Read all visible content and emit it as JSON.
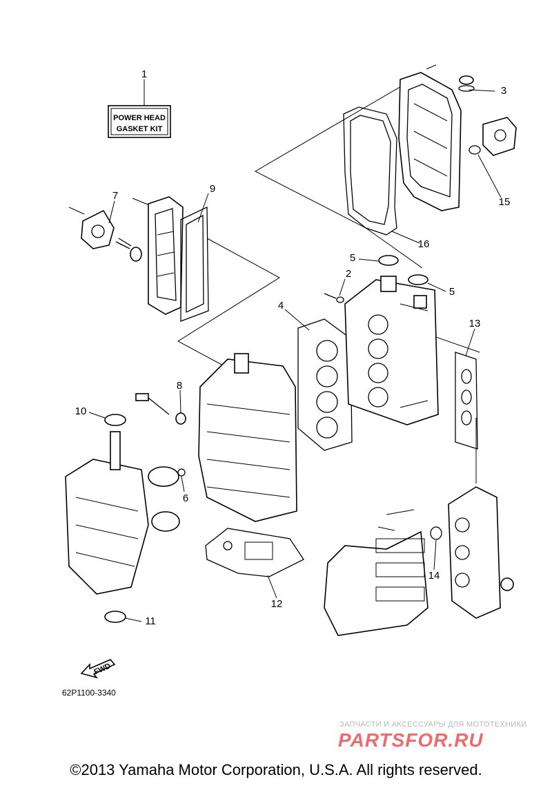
{
  "kit_box": {
    "line1": "POWER HEAD",
    "line2": "GASKET KIT"
  },
  "callouts": [
    "1",
    "2",
    "3",
    "4",
    "5",
    "5",
    "6",
    "7",
    "8",
    "9",
    "10",
    "11",
    "12",
    "13",
    "14",
    "15",
    "16"
  ],
  "fwd_label": "FWD",
  "doc_number": "62P1100-3340",
  "watermark": {
    "tagline": "ЗАПЧАСТИ И АКСЕССУАРЫ ДЛЯ МОТОТЕХНИКИ",
    "site": "PARTSFOR.RU"
  },
  "copyright": "©2013 Yamaha Motor Corporation, U.S.A. All rights reserved.",
  "colors": {
    "line": "#000000",
    "watermark_red": "#ef6b6b",
    "watermark_gray": "#b8b8b8"
  }
}
